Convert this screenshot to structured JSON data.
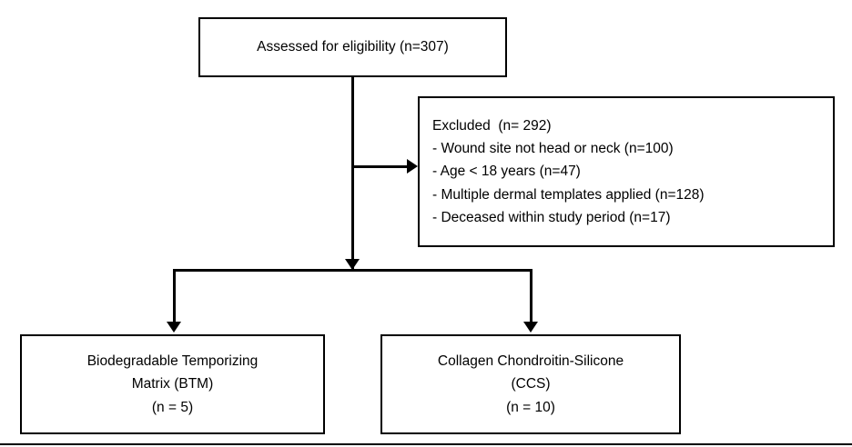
{
  "diagram": {
    "type": "study-flow-diagram",
    "nodes": {
      "assessed": {
        "lines": [
          "Assessed for eligibility (n=307)"
        ]
      },
      "excluded": {
        "lines": [
          "Excluded  (n= 292)",
          "- Wound site not head or neck (n=100)",
          "- Age < 18 years (n=47)",
          "- Multiple dermal templates applied (n=128)",
          "- Deceased within study period (n=17)"
        ]
      },
      "btm": {
        "lines": [
          "Biodegradable Temporizing",
          "Matrix (BTM)",
          "(n = 5)"
        ]
      },
      "ccs": {
        "lines": [
          "Collagen Chondroitin-Silicone",
          "(CCS)",
          "(n = 10)"
        ]
      }
    },
    "colors": {
      "stroke": "#000000",
      "fill": "#ffffff",
      "text": "#000000"
    }
  }
}
